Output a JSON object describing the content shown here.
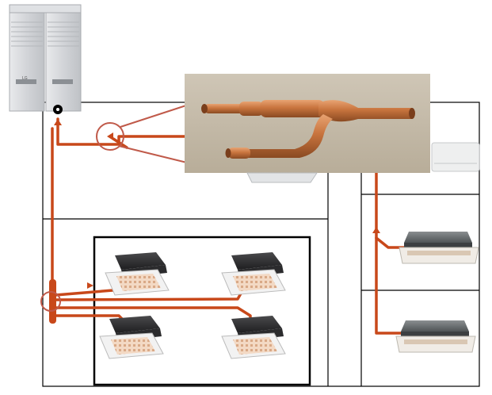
{
  "diagram": {
    "outdoor_unit": {
      "icon": "outdoor-condenser-unit",
      "brand_mark": "LG"
    },
    "branch_pipe": {
      "icon": "copper-y-branch-pipe"
    },
    "indoor_units": [
      {
        "icon": "ceiling-cassette-unit"
      },
      {
        "icon": "ceiling-cassette-unit"
      },
      {
        "icon": "ceiling-cassette-unit"
      },
      {
        "icon": "ceiling-cassette-unit"
      },
      {
        "icon": "ceiling-cassette-unit"
      },
      {
        "icon": "ceiling-cassette-unit"
      },
      {
        "icon": "ceiling-cassette-unit"
      }
    ],
    "colors": {
      "pipe": "#c8481a",
      "callout": "#c05a4a",
      "wall": "#000000",
      "copper": "#c8743e"
    }
  }
}
